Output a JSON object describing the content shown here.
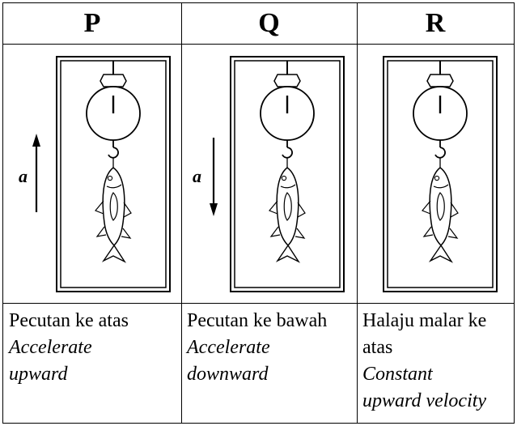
{
  "columns": [
    {
      "header": "P",
      "arrow": {
        "symbol": "a",
        "direction": "up"
      },
      "caption_ms": "Pecutan ke atas",
      "caption_en_lines": [
        "Accelerate",
        "upward"
      ]
    },
    {
      "header": "Q",
      "arrow": {
        "symbol": "a",
        "direction": "down"
      },
      "caption_ms": "Pecutan ke bawah",
      "caption_en_lines": [
        "Accelerate",
        "downward"
      ]
    },
    {
      "header": "R",
      "arrow": null,
      "caption_ms": "Halaju malar ke atas",
      "caption_en_lines": [
        "Constant",
        "upward velocity"
      ]
    }
  ]
}
